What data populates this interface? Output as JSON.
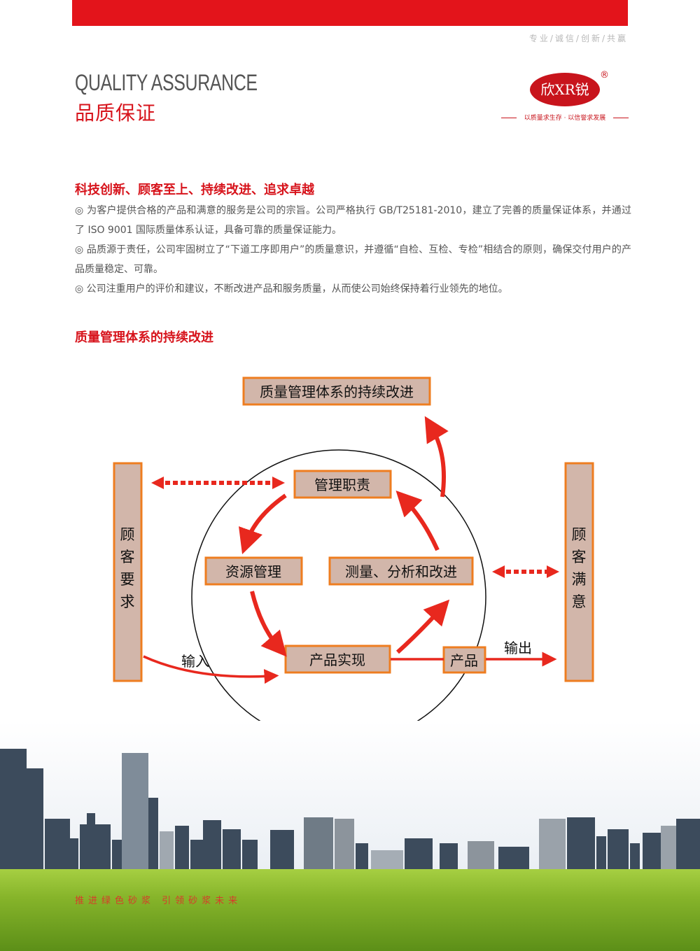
{
  "header": {
    "tagline": "专业/诚信/创新/共赢",
    "title_en": "QUALITY ASSURANCE",
    "title_cn": "品质保证",
    "logo_text": "欣XR锐",
    "logo_reg": "®",
    "logo_slogan": "以质量求生存 · 以信誉求发展"
  },
  "section1": {
    "heading": "科技创新、顾客至上、持续改进、追求卓越",
    "paragraphs": [
      "◎ 为客户提供合格的产品和满意的服务是公司的宗旨。公司严格执行 GB/T25181-2010，建立了完善的质量保证体系，并通过了 ISO 9001 国际质量体系认证，具备可靠的质量保证能力。",
      "◎ 品质源于责任，公司牢固树立了“下道工序即用户”的质量意识，并遵循“自检、互检、专检”相结合的原则，确保交付用户的产品质量稳定、可靠。",
      "◎ 公司注重用户的评价和建议，不断改进产品和服务质量，从而使公司始终保持着行业领先的地位。"
    ]
  },
  "section2": {
    "heading": "质量管理体系的持续改进"
  },
  "diagram": {
    "top_box": "质量管理体系的持续改进",
    "mgmt": "管理职责",
    "resource": "资源管理",
    "measure": "测量、分析和改进",
    "product_real": "产品实现",
    "product": "产品",
    "input_label": "输入",
    "output_label": "输出",
    "left_bar": [
      "顾",
      "客",
      "要",
      "求"
    ],
    "right_bar": [
      "顾",
      "客",
      "满",
      "意"
    ]
  },
  "footer": {
    "slogan": "推进绿色砂浆  引领砂浆未来"
  },
  "colors": {
    "brand_red": "#d7141c",
    "box_fill": "#d2b6aa",
    "box_border": "#ee7d20",
    "arrow_red": "#e8281e"
  }
}
